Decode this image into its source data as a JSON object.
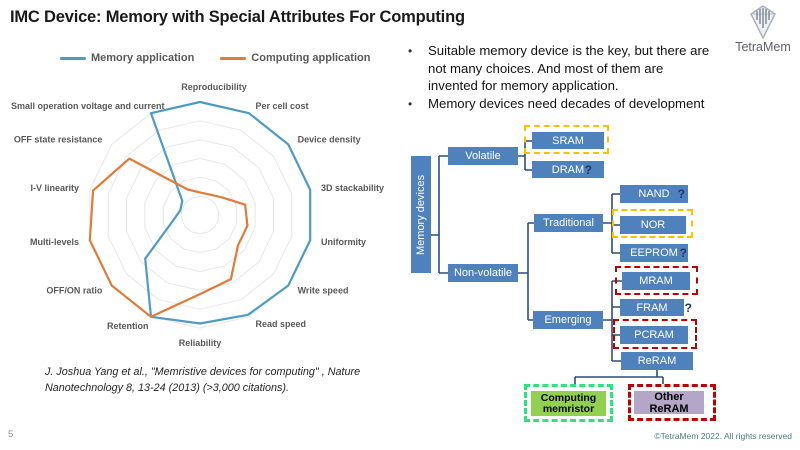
{
  "slide": {
    "title": "IMC Device: Memory with Special Attributes For Computing",
    "logo_text": "TetraMem",
    "page_number": "5",
    "copyright": "©TetraMem 2022. All rights reserved"
  },
  "bullets": {
    "item1": "Suitable memory device is the key, but there are\nnot many choices. And most of them are\ninvented for memory application.",
    "item2": "Memory devices need decades of development"
  },
  "citation": "J. Joshua Yang et al., \"Memristive devices for computing\" , Nature\nNanotechnology 8, 13-24 (2013) (>3,000 citations).",
  "chart_data": {
    "type": "radar",
    "title": "",
    "categories": [
      "Reproducibility",
      "Per cell cost",
      "Device density",
      "3D stackability",
      "Uniformity",
      "Write speed",
      "Read speed",
      "Reliability",
      "Retention",
      "OFF/ON ratio",
      "Multi-levels",
      "I-V linearity",
      "OFF state resistance",
      "Small operation voltage and current"
    ],
    "series": [
      {
        "name": "Memory application",
        "color": "#4e9bc5",
        "values": [
          1.0,
          1.0,
          1.0,
          1.0,
          1.0,
          1.0,
          0.98,
          0.96,
          1.0,
          0.62,
          0.25,
          0.18,
          0.2,
          1.0
        ]
      },
      {
        "name": "Computing application",
        "color": "#e07b3a",
        "values": [
          0.2,
          0.2,
          0.25,
          0.41,
          0.43,
          0.43,
          0.63,
          0.7,
          1.0,
          1.0,
          1.0,
          0.97,
          0.8,
          0.25
        ]
      }
    ],
    "axis_range": [
      0,
      1
    ],
    "rings": 6,
    "grid": "concentric 14-gon rings, no radial spokes, no tick labels",
    "legend_position": "top",
    "label_color": "#595959",
    "grid_color": "#e7e7e7"
  },
  "tree": {
    "root": {
      "label": "Memory devices"
    },
    "nodes": {
      "volatile": "Volatile",
      "non_volatile": "Non-volatile",
      "traditional": "Traditional",
      "emerging": "Emerging",
      "sram": "SRAM",
      "dram": "DRAM",
      "nand": "NAND",
      "nor": "NOR",
      "eeprom": "EEPROM",
      "mram": "MRAM",
      "fram": "FRAM",
      "pcram": "PCRAM",
      "reram": "ReRAM",
      "computing_memristor": "Computing memristor",
      "other_reram": "Other ReRAM"
    },
    "question_mark": "?",
    "colors": {
      "box_blue": "#4f81bd",
      "highlight_yellow": "#ffc000",
      "highlight_red": "#c00000",
      "highlight_green": "#29e57e",
      "memristor_fill": "#92d050",
      "other_reram_fill": "#b3a6c6",
      "connector": "#2f4d7a",
      "question_navy": "#1f3864"
    }
  }
}
